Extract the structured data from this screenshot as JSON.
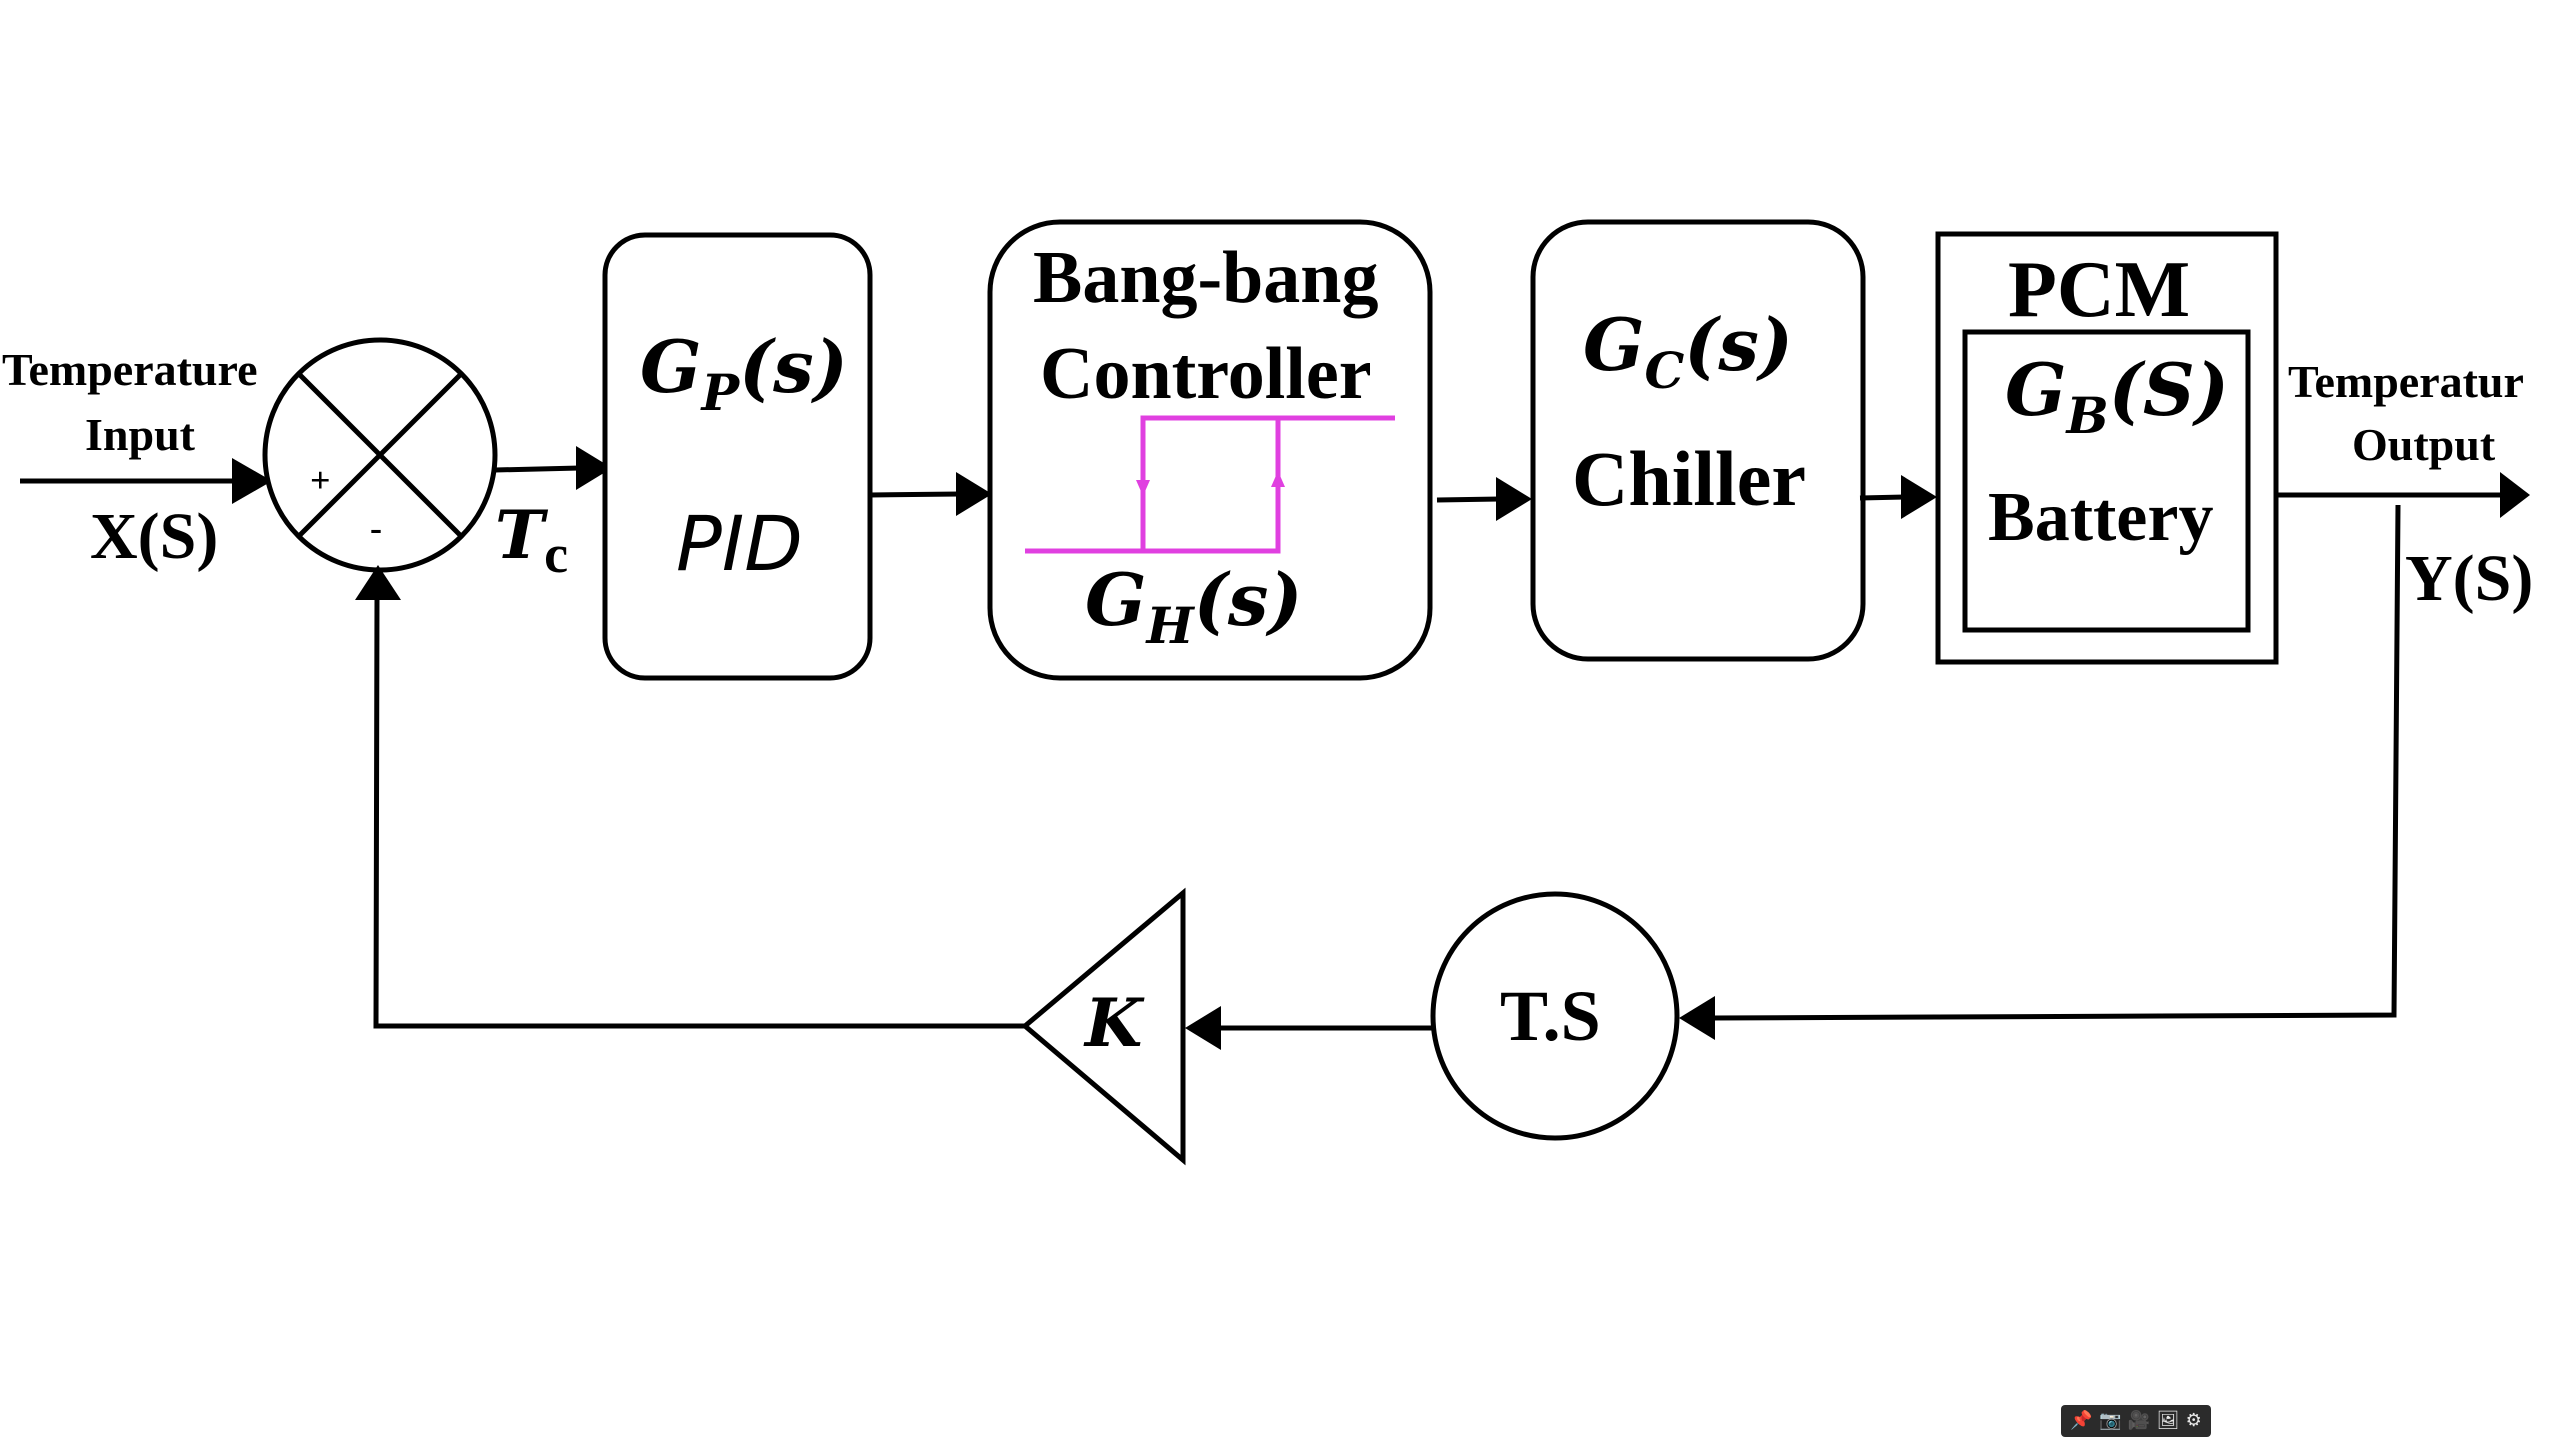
{
  "input": {
    "caption_line1": "Temperature",
    "caption_line2": "Input",
    "signal": "X(S)"
  },
  "summing": {
    "plus": "+",
    "minus": "-"
  },
  "error_signal": {
    "base": "T",
    "sub": "c"
  },
  "pid": {
    "tf_base": "G",
    "tf_sub": "P",
    "tf_arg": "(s)",
    "label": "PID"
  },
  "bangbang": {
    "title_line1": "Bang-bang",
    "title_line2": "Controller",
    "tf_base": "G",
    "tf_sub": "H",
    "tf_arg": "(s)"
  },
  "chiller": {
    "tf_base": "G",
    "tf_sub": "C",
    "tf_arg": "(s)",
    "label": "Chiller"
  },
  "pcm": {
    "title": "PCM",
    "tf_base": "G",
    "tf_sub": "B",
    "tf_arg": "(S)",
    "label": "Battery"
  },
  "output": {
    "caption_line1": "Temperatur",
    "caption_line2": "Output",
    "signal": "Y(S)"
  },
  "sensor": {
    "label": "T.S"
  },
  "gain": {
    "label": "K"
  },
  "toolbar": {
    "icons": [
      "pin-icon",
      "camera-icon",
      "video-icon",
      "gallery-icon",
      "gear-icon"
    ]
  },
  "colors": {
    "line": "#000000",
    "hysteresis": "#e040e0",
    "background": "#ffffff"
  }
}
